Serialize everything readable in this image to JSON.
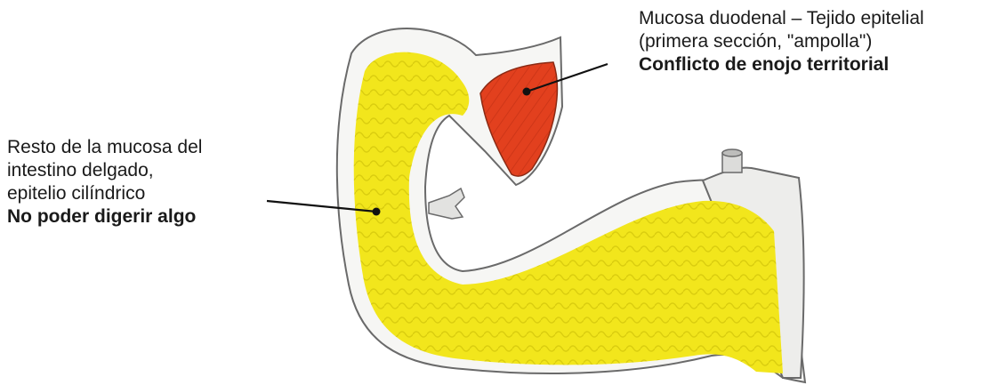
{
  "labels": {
    "duodenal": {
      "line1": "Mucosa duodenal – Tejido epitelial",
      "line2": "(primera sección, \"ampolla\")",
      "line3": "Conflicto de enojo territorial"
    },
    "intestine": {
      "line1": "Resto de la mucosa del",
      "line2": "intestino delgado,",
      "line3": "epitelio cilíndrico",
      "line4": "No poder digerir algo"
    }
  },
  "colors": {
    "mucosa_yellow": "#f2e61c",
    "ampulla_red": "#e2401e",
    "wall_white": "#f6f6f4",
    "outline": "#6a6a6a",
    "leader": "#111111"
  }
}
